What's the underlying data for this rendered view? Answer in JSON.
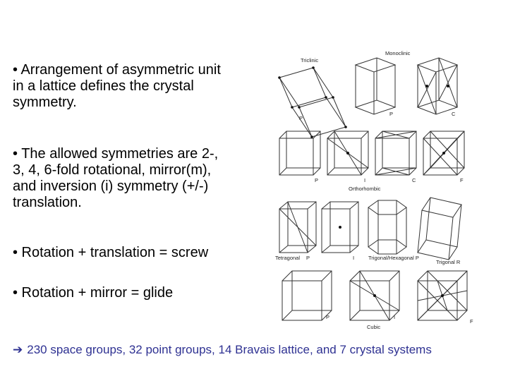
{
  "bullets": [
    "• Arrangement of asymmetric unit\nin a lattice defines the crystal\nsymmetry.",
    "• The allowed symmetries are 2-,\n3, 4, 6-fold rotational, mirror(m),\nand inversion (i)  symmetry (+/-)\ntranslation.",
    "• Rotation + translation = screw",
    "• Rotation + mirror = glide"
  ],
  "footer": {
    "arrow_icon": "right-arrow-icon",
    "text": "230 space groups, 32 point groups, 14 Bravais lattice, and 7 crystal systems"
  },
  "figure": {
    "section_labels": {
      "triclinic": "Triclinic",
      "monoclinic": "Monoclinic",
      "orthorhombic": "Orthorhombic",
      "tetragonal": "Tetragonal",
      "trigonal_hexagonal": "Trigonal/Hexagonal P",
      "trigonal_r": "Trigonal R",
      "cubic": "Cubic"
    },
    "lattice_labels": {
      "triclinic_p": "P",
      "mono_p": "P",
      "mono_c": "C",
      "ortho_p": "P",
      "ortho_i": "I",
      "ortho_c": "C",
      "ortho_f": "F",
      "tetra_p": "P",
      "tetra_i": "I",
      "cubic_p": "P",
      "cubic_i": "I",
      "cubic_f": "F"
    }
  }
}
